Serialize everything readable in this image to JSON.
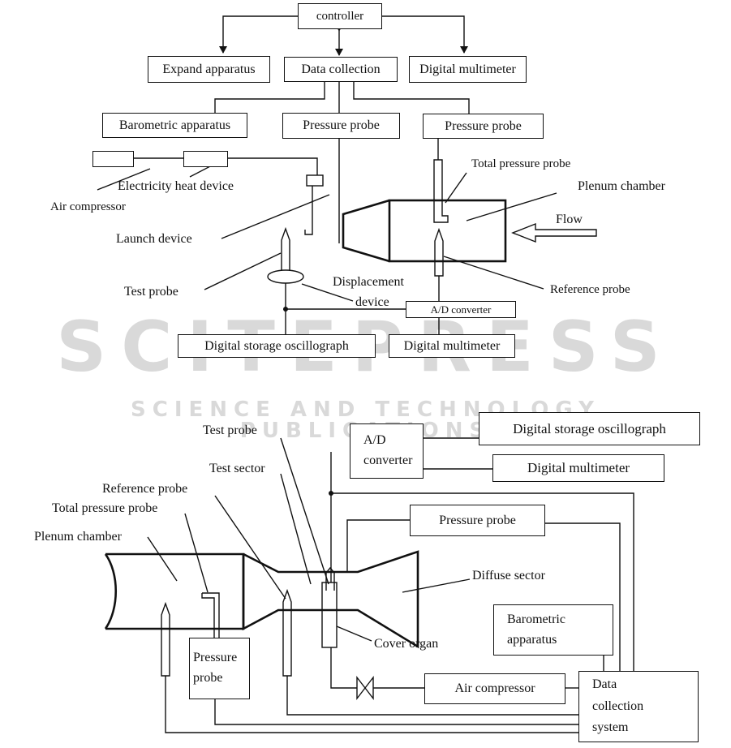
{
  "watermark": {
    "line1": "SCITEPRESS",
    "line2": "SCIENCE AND TECHNOLOGY PUBLICATIONS"
  },
  "top": {
    "controller": "controller",
    "expand_apparatus": "Expand apparatus",
    "data_collection": "Data collection",
    "digital_multimeter_top": "Digital multimeter",
    "barometric_apparatus": "Barometric apparatus",
    "pressure_probe_left": "Pressure probe",
    "pressure_probe_right": "Pressure probe",
    "electricity_heat_device": "Electricity heat device",
    "air_compressor": "Air compressor",
    "launch_device": "Launch device",
    "total_pressure_probe": "Total pressure probe",
    "plenum_chamber": "Plenum chamber",
    "flow": "Flow",
    "test_probe": "Test probe",
    "displacement_device_1": "Displacement",
    "displacement_device_2": "device",
    "reference_probe": "Reference probe",
    "ad_converter": "A/D converter",
    "digital_storage_oscillograph": "Digital storage oscillograph",
    "digital_multimeter_bottom": "Digital multimeter"
  },
  "bottom": {
    "test_probe": "Test probe",
    "test_sector": "Test sector",
    "reference_probe": "Reference probe",
    "total_pressure_probe": "Total pressure probe",
    "plenum_chamber": "Plenum chamber",
    "ad_converter": "A/D converter",
    "digital_storage_oscillograph": "Digital storage oscillograph",
    "digital_multimeter": "Digital multimeter",
    "pressure_probe_top": "Pressure probe",
    "diffuse_sector": "Diffuse sector",
    "barometric_apparatus": "Barometric apparatus",
    "cover_organ": "Cover organ",
    "pressure_probe_left": "Pressure probe",
    "air_compressor": "Air compressor",
    "data_collection_system": "Data collection system"
  }
}
